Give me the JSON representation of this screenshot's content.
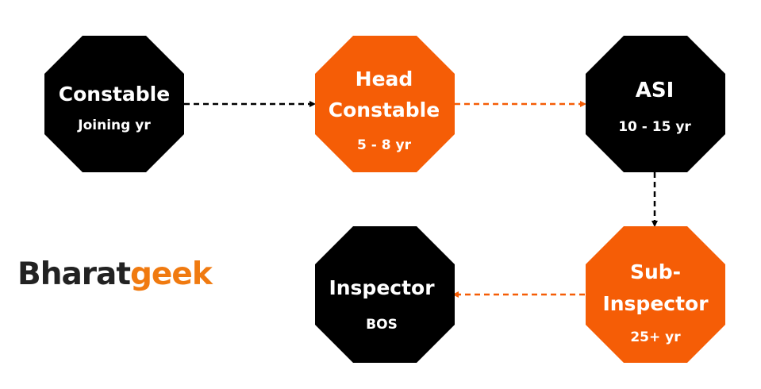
{
  "colors": {
    "black": "#000000",
    "orange": "#f55d06",
    "logo_dark": "#222222",
    "logo_accent": "#f07a10"
  },
  "logo": {
    "part1": "Bharat",
    "part2": "geek"
  },
  "nodes": {
    "constable": {
      "title_lines": [
        "Constable"
      ],
      "sub": "Joining yr",
      "color": "black"
    },
    "head_constable": {
      "title_lines": [
        "Head",
        "Constable"
      ],
      "sub": "5 - 8 yr",
      "color": "orange"
    },
    "asi": {
      "title_lines": [
        "ASI"
      ],
      "sub": "10 - 15 yr",
      "color": "black"
    },
    "sub_inspector": {
      "title_lines": [
        "Sub-",
        "Inspector"
      ],
      "sub": "25+ yr",
      "color": "orange"
    },
    "inspector": {
      "title_lines": [
        "Inspector"
      ],
      "sub": "BOS",
      "color": "black"
    }
  },
  "edges": [
    {
      "from": "constable",
      "to": "head_constable",
      "color": "black"
    },
    {
      "from": "head_constable",
      "to": "asi",
      "color": "orange"
    },
    {
      "from": "asi",
      "to": "sub_inspector",
      "color": "black"
    },
    {
      "from": "sub_inspector",
      "to": "inspector",
      "color": "orange"
    }
  ]
}
